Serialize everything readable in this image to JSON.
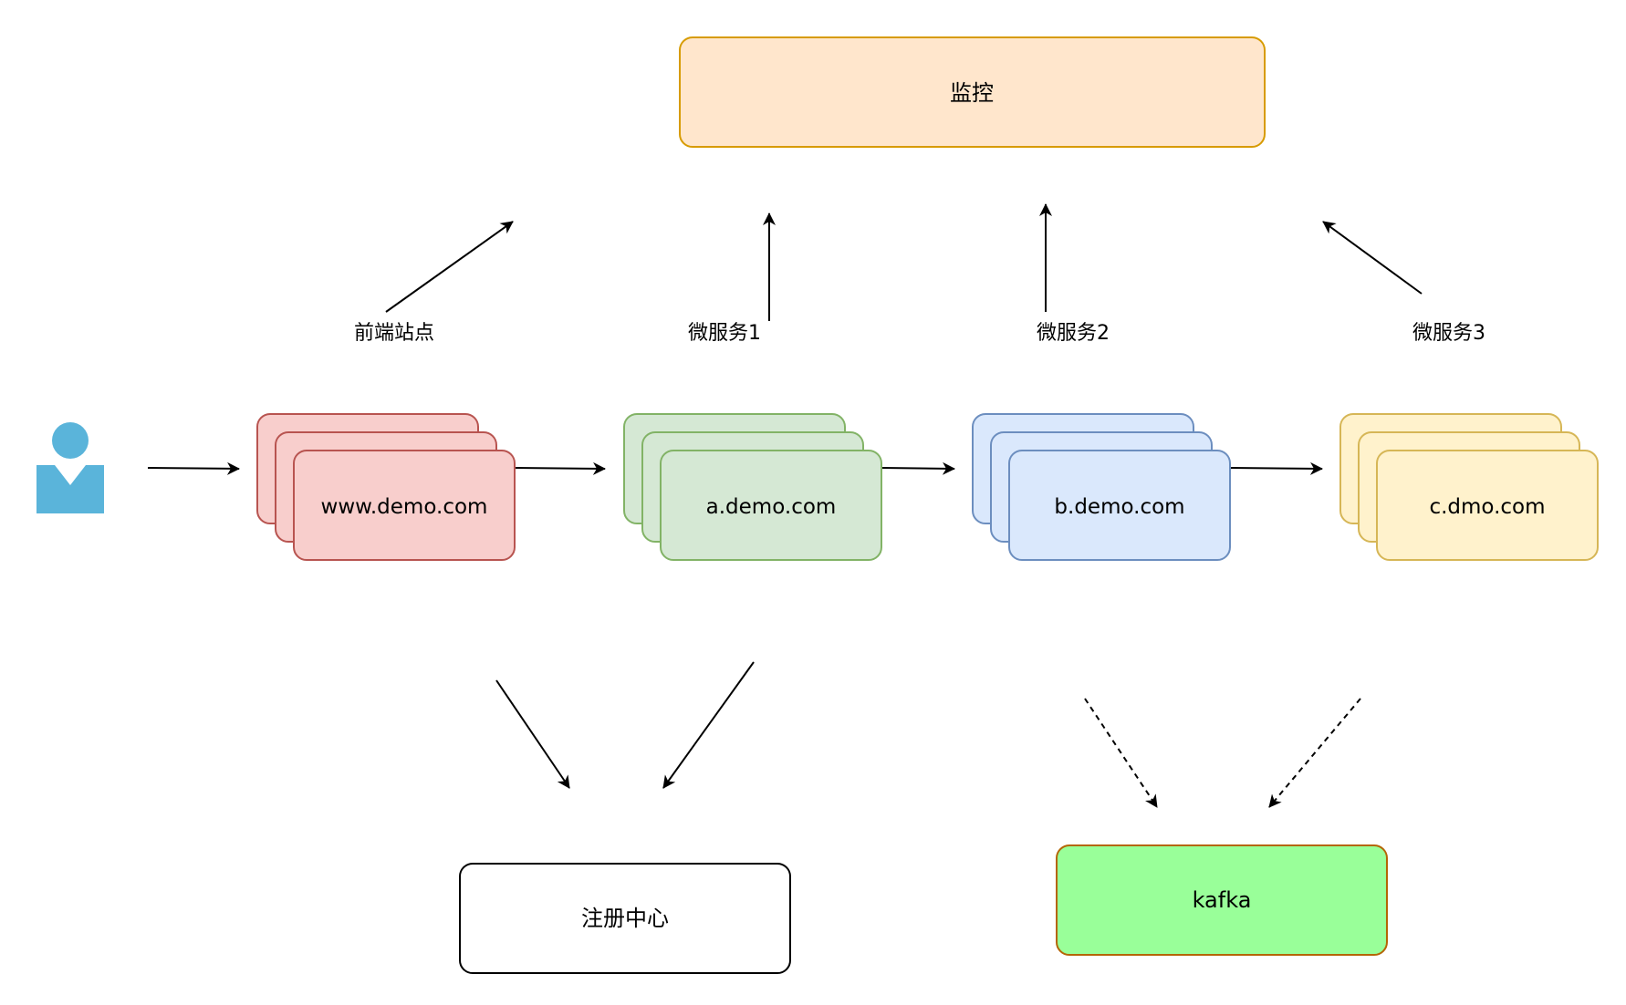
{
  "diagram": {
    "monitor": {
      "label": "监控"
    },
    "services": [
      {
        "id": "frontend",
        "caption": "前端站点",
        "host": "www.demo.com",
        "fill": "#f8cecc",
        "stroke": "#b85450"
      },
      {
        "id": "svc1",
        "caption": "微服务1",
        "host": "a.demo.com",
        "fill": "#d5e8d4",
        "stroke": "#82b366"
      },
      {
        "id": "svc2",
        "caption": "微服务2",
        "host": "b.demo.com",
        "fill": "#dae8fc",
        "stroke": "#6c8ebf"
      },
      {
        "id": "svc3",
        "caption": "微服务3",
        "host": "c.dmo.com",
        "fill": "#fff2cc",
        "stroke": "#d6b656"
      }
    ],
    "registry": {
      "label": "注册中心"
    },
    "kafka": {
      "label": "kafka"
    },
    "user": {
      "icon": "user-icon",
      "color": "#5ab4da"
    },
    "colors": {
      "monitor_fill": "#ffe6cc",
      "monitor_stroke": "#d79b00",
      "registry_fill": "#ffffff",
      "registry_stroke": "#000000",
      "kafka_fill": "#99ff99",
      "kafka_stroke": "#b46504"
    }
  }
}
